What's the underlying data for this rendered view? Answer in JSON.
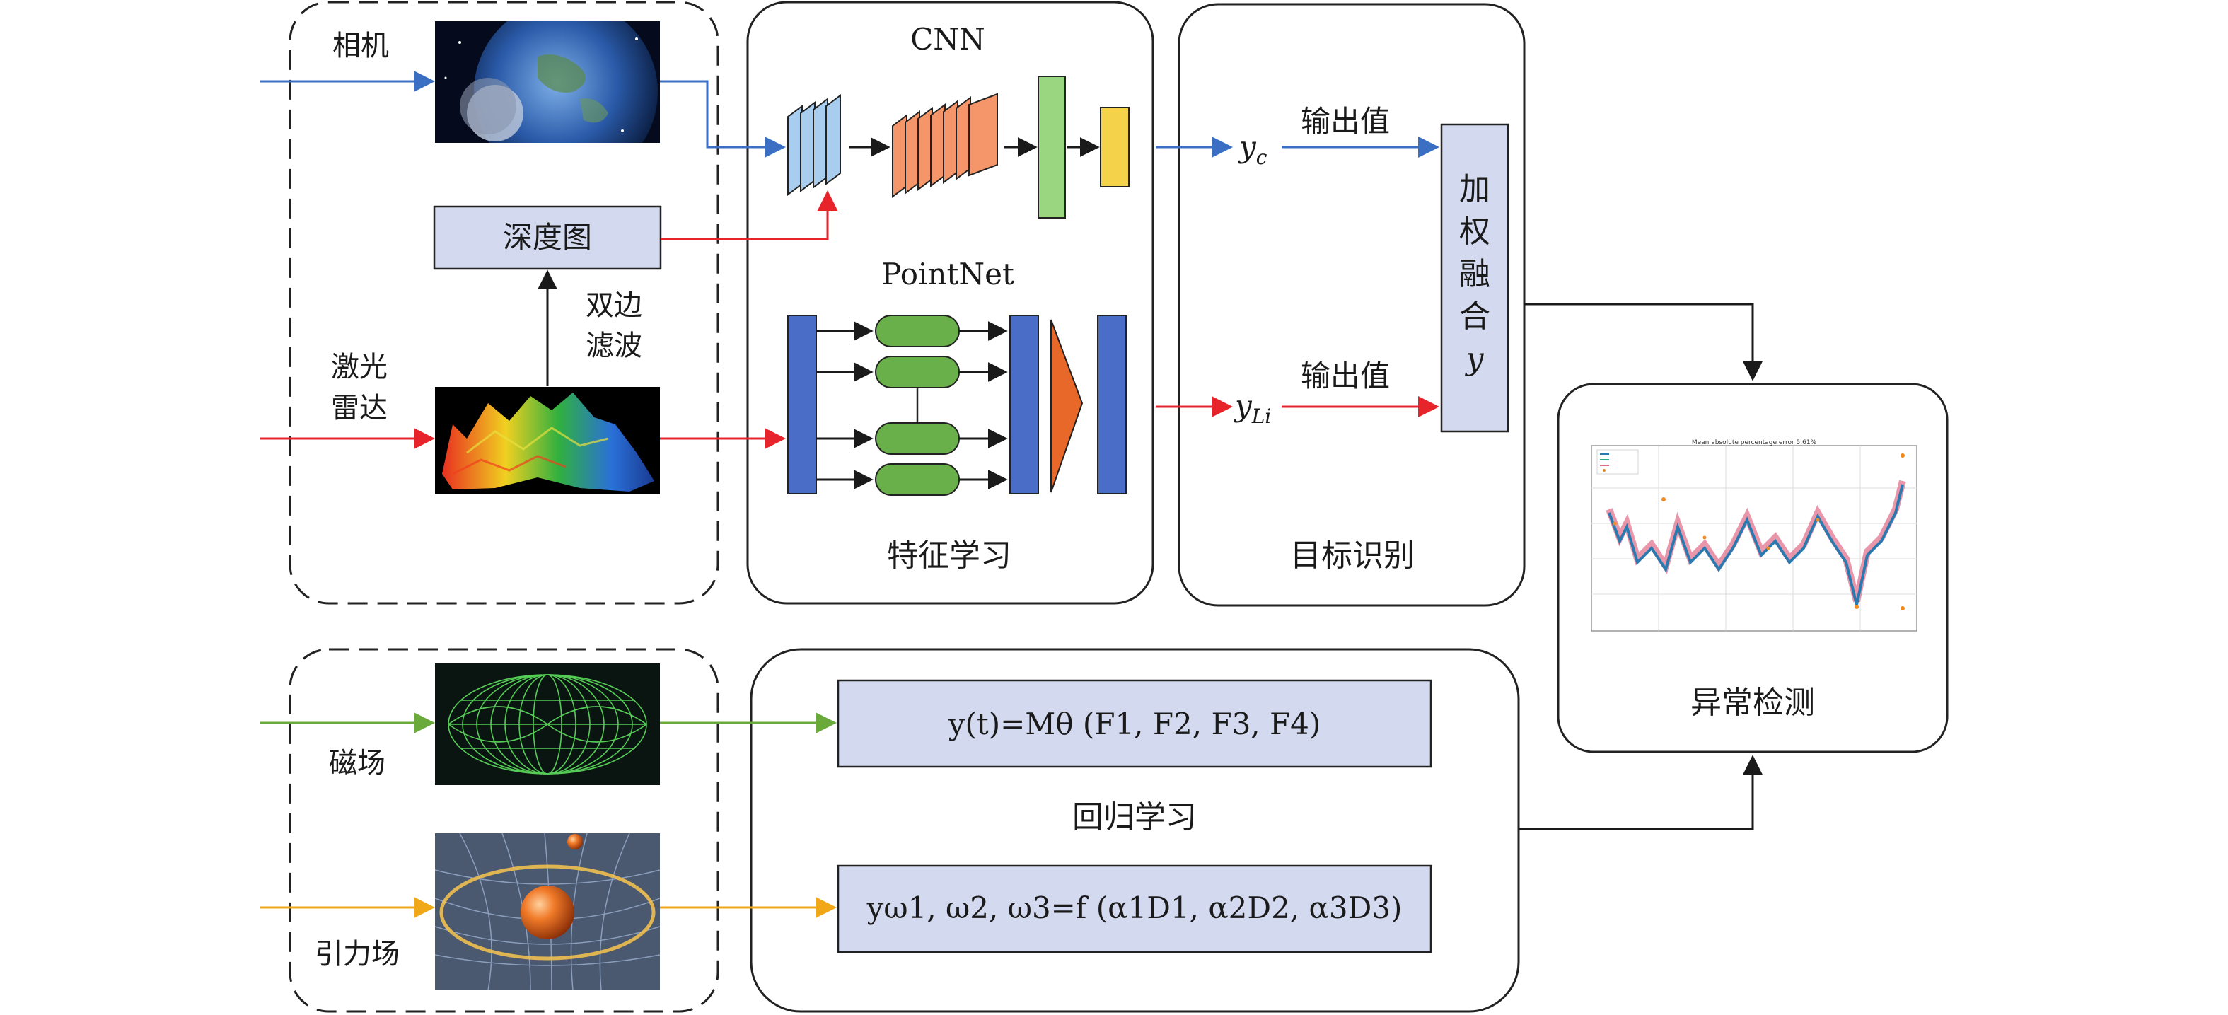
{
  "sensors": {
    "camera": "相机",
    "depth_map": "深度图",
    "bilateral_filter_line1": "双边",
    "bilateral_filter_line2": "滤波",
    "lidar_line1": "激光",
    "lidar_line2": "雷达",
    "magnetic_field": "磁场",
    "gravity_field": "引力场"
  },
  "feature_learning": {
    "cnn_title": "CNN",
    "pointnet_title": "PointNet",
    "label": "特征学习"
  },
  "target_recognition": {
    "yc_symbol": "y",
    "yc_sub": "c",
    "yli_symbol": "y",
    "yli_sub": "Li",
    "output_top": "输出值",
    "output_bottom": "输出值",
    "fusion_chars": [
      "加",
      "权",
      "融",
      "合"
    ],
    "fusion_symbol": "y",
    "label": "目标识别"
  },
  "regression": {
    "label": "回归学习",
    "formula1": "y(t)=Mθ (F1, F2, F3, F4)",
    "formula2": "yω1, ω2, ω3=f (α1D1, α2D2, α3D3)"
  },
  "anomaly": {
    "label": "异常检测",
    "chart_title": "Mean absolute percentage error 5.61%"
  },
  "colors": {
    "blue": "#3a6fc4",
    "red": "#e8242b",
    "green": "#6aaa3a",
    "orange": "#f0a818",
    "box_fill": "#d3daf0",
    "cnn_light_blue": "#a8cdee",
    "cnn_salmon": "#f4956a",
    "cnn_green": "#9ad680",
    "cnn_yellow": "#f4d24a",
    "pointnet_blue": "#4a6ec8",
    "pointnet_green": "#6ab04a",
    "pointnet_orange": "#e8682a"
  }
}
